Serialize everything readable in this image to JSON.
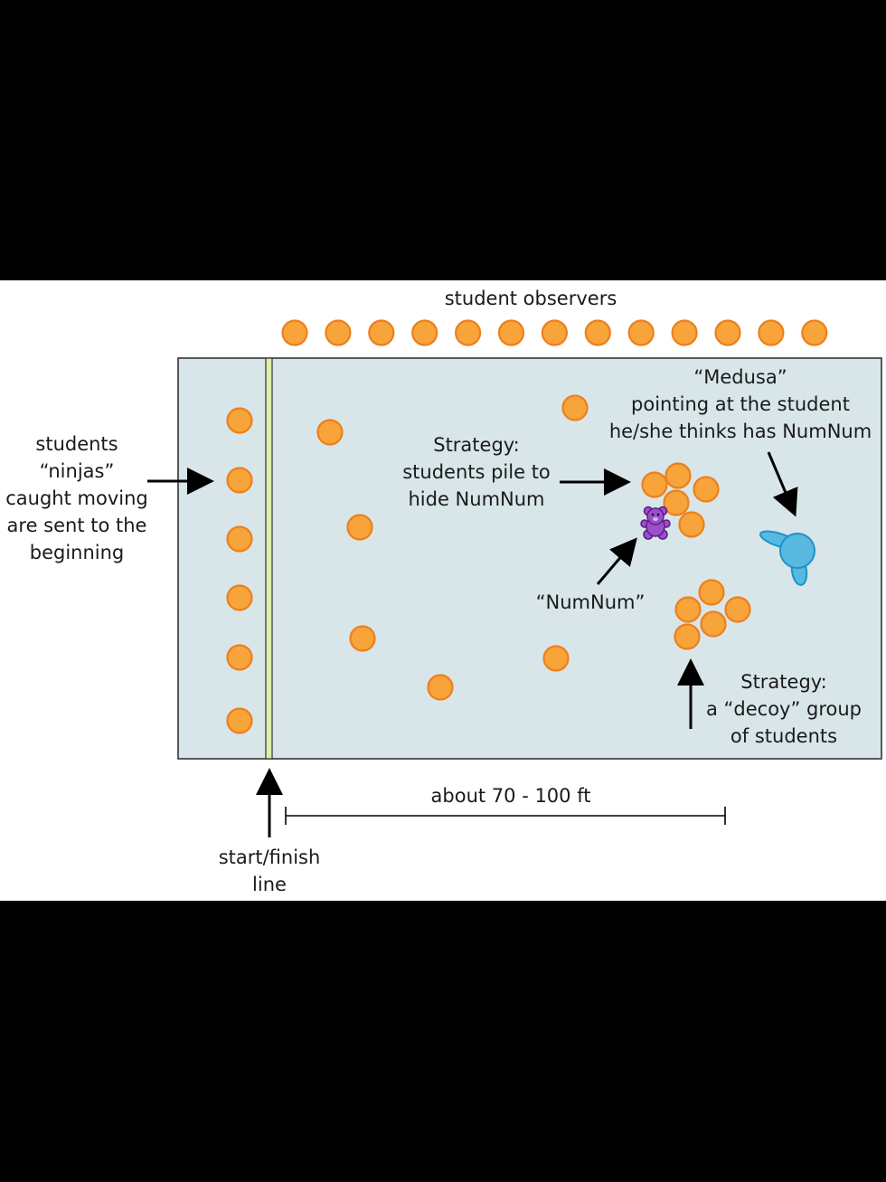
{
  "colors": {
    "student_fill": "#f7a43a",
    "student_stroke": "#ee7f1c",
    "field_fill": "#d8e6e9",
    "field_stroke": "#333333",
    "line_fill": "#dfeeaa",
    "medusa_fill": "#58b8e0",
    "medusa_stroke": "#1d93c9",
    "bear_fill": "#9b4fc9",
    "bear_stroke": "#5a1d86"
  },
  "labels": {
    "observers": "student observers",
    "ninjas": [
      "students",
      "“ninjas”",
      "caught moving",
      "are sent to the",
      "beginning"
    ],
    "pile": [
      "Strategy:",
      "students pile to",
      "hide NumNum"
    ],
    "medusa": [
      "“Medusa”",
      "pointing at the student",
      "he/she thinks has NumNum"
    ],
    "numnum": "“NumNum”",
    "decoy": [
      "Strategy:",
      "a “decoy” group",
      "of students"
    ],
    "distance": "about 70 - 100 ft",
    "start": [
      "start/finish",
      "line"
    ]
  },
  "icons": {
    "student": "orange-circle",
    "numnum": "purple-teddy-bear-icon",
    "medusa": "pointing-figure-icon"
  }
}
